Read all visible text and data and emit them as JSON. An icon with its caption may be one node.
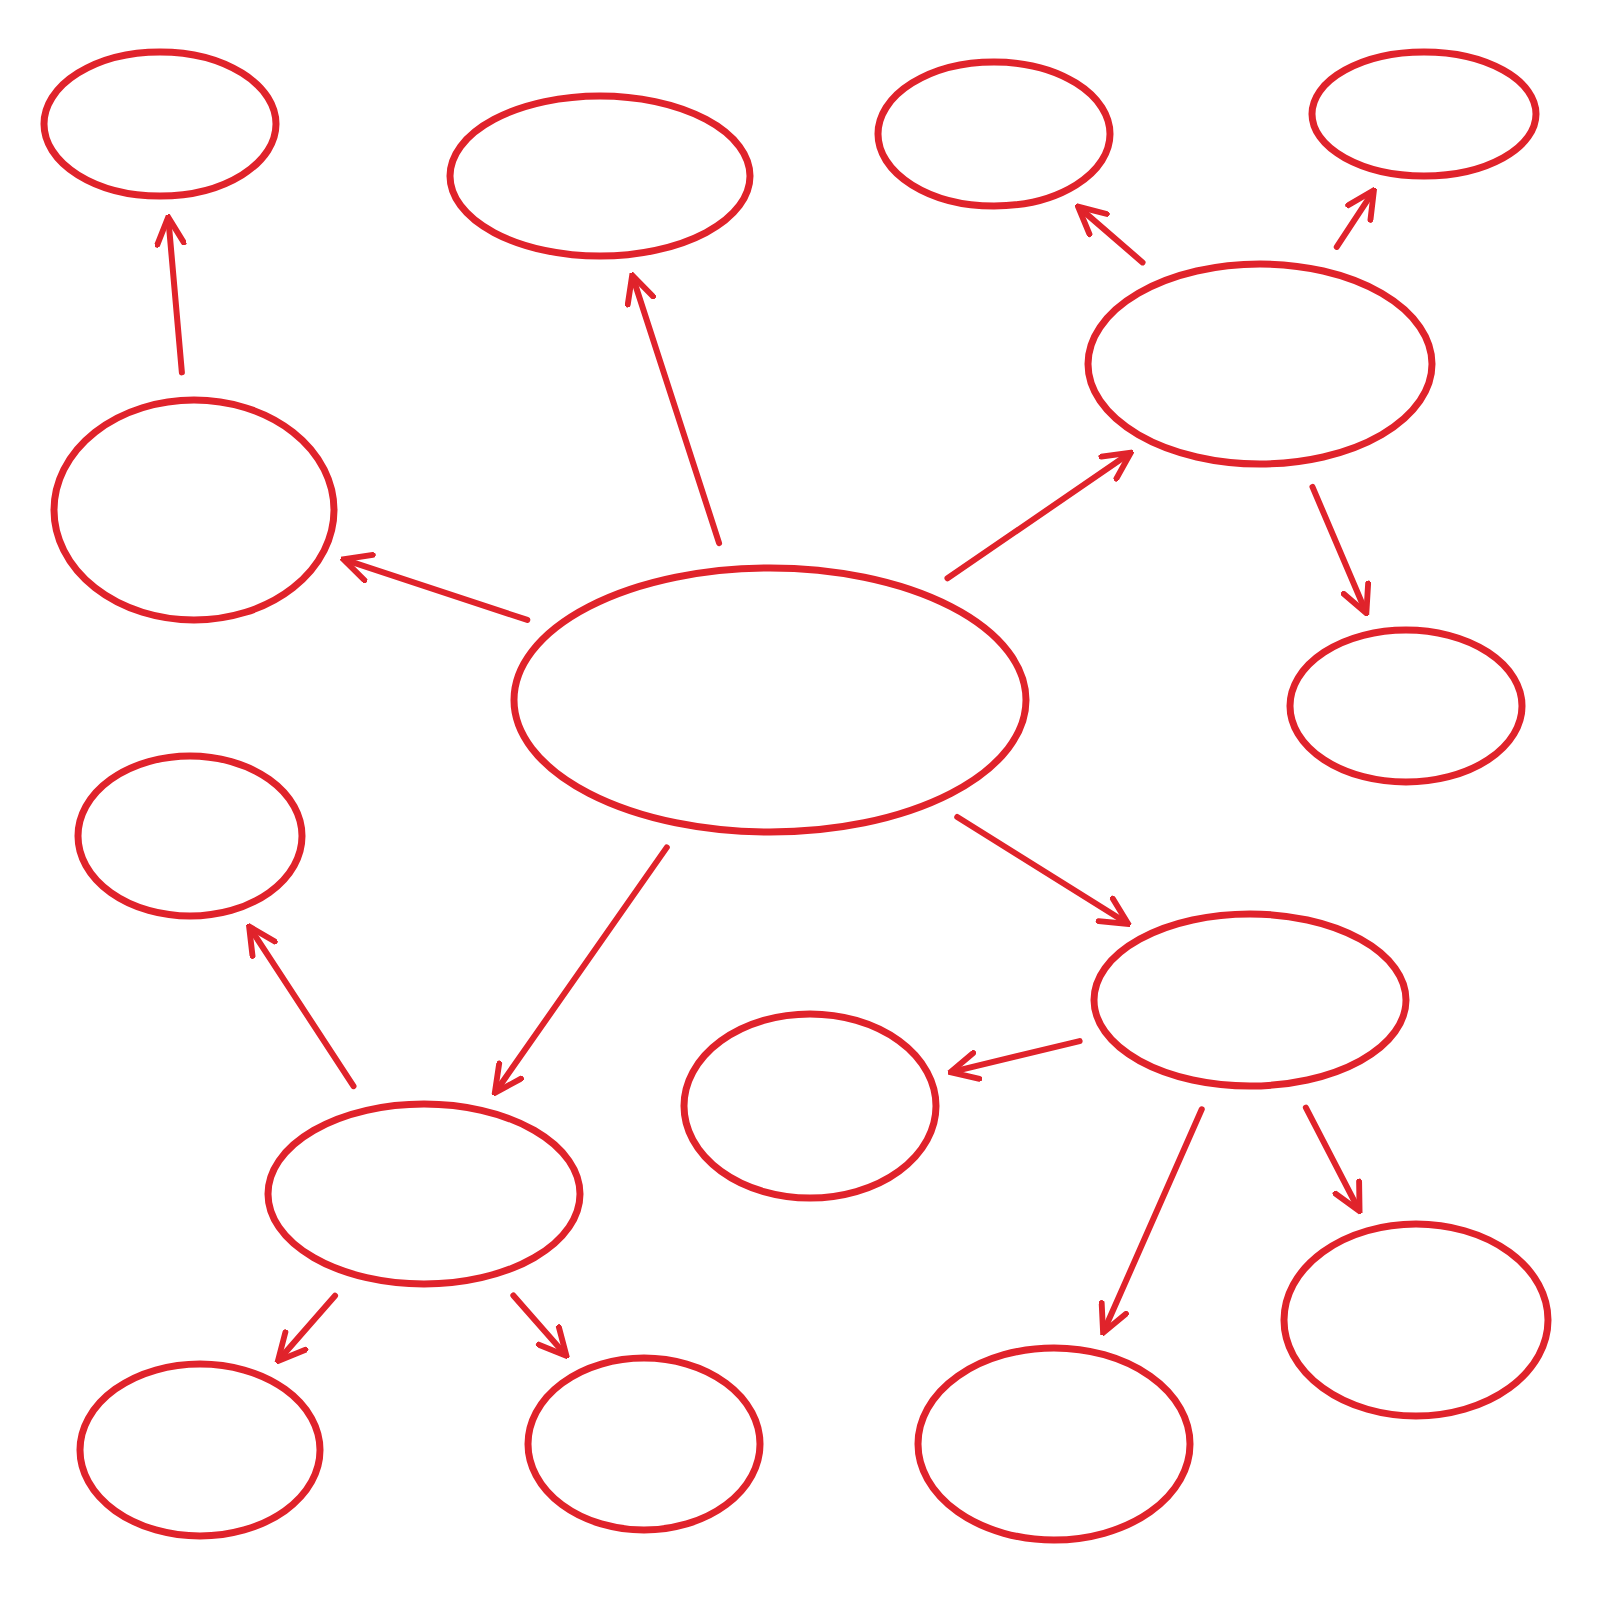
{
  "diagram": {
    "nodes": [
      {
        "text": [],
        "shape": "ellipse"
      },
      {
        "text": [],
        "shape": "ellipse"
      },
      {
        "text": [],
        "shape": "ellipse"
      },
      {
        "text": [],
        "shape": "ellipse"
      },
      {
        "text": [],
        "shape": "ellipse"
      },
      {
        "text": [],
        "shape": "ellipse"
      },
      {
        "text": [],
        "shape": "ellipse"
      },
      {
        "text": [],
        "shape": "ellipse"
      },
      {
        "text": [],
        "shape": "ellipse"
      },
      {
        "text": [],
        "shape": "ellipse"
      },
      {
        "text": [],
        "shape": "ellipse"
      },
      {
        "text": [],
        "shape": "ellipse"
      },
      {
        "text": [],
        "shape": "ellipse"
      },
      {
        "text": [],
        "shape": "ellipse"
      },
      {
        "text": [],
        "shape": "ellipse"
      },
      {
        "text": [],
        "shape": "ellipse"
      }
    ],
    "edges": [
      {
        "from": 6,
        "to": 1,
        "arrow": "to"
      },
      {
        "from": 6,
        "to": 5,
        "arrow": "to"
      },
      {
        "from": 6,
        "to": 4,
        "arrow": "to"
      },
      {
        "from": 6,
        "to": 9,
        "arrow": "to"
      },
      {
        "from": 6,
        "to": 11,
        "arrow": "to"
      },
      {
        "from": 5,
        "to": 0,
        "arrow": "to"
      },
      {
        "from": 4,
        "to": 2,
        "arrow": "to"
      },
      {
        "from": 4,
        "to": 3,
        "arrow": "to"
      },
      {
        "from": 4,
        "to": 7,
        "arrow": "to"
      },
      {
        "from": 11,
        "to": 8,
        "arrow": "to"
      },
      {
        "from": 11,
        "to": 13,
        "arrow": "to"
      },
      {
        "from": 11,
        "to": 14,
        "arrow": "to"
      },
      {
        "from": 9,
        "to": 10,
        "arrow": "to"
      },
      {
        "from": 9,
        "to": 15,
        "arrow": "to"
      },
      {
        "from": 9,
        "to": 12,
        "arrow": "to"
      }
    ]
  }
}
